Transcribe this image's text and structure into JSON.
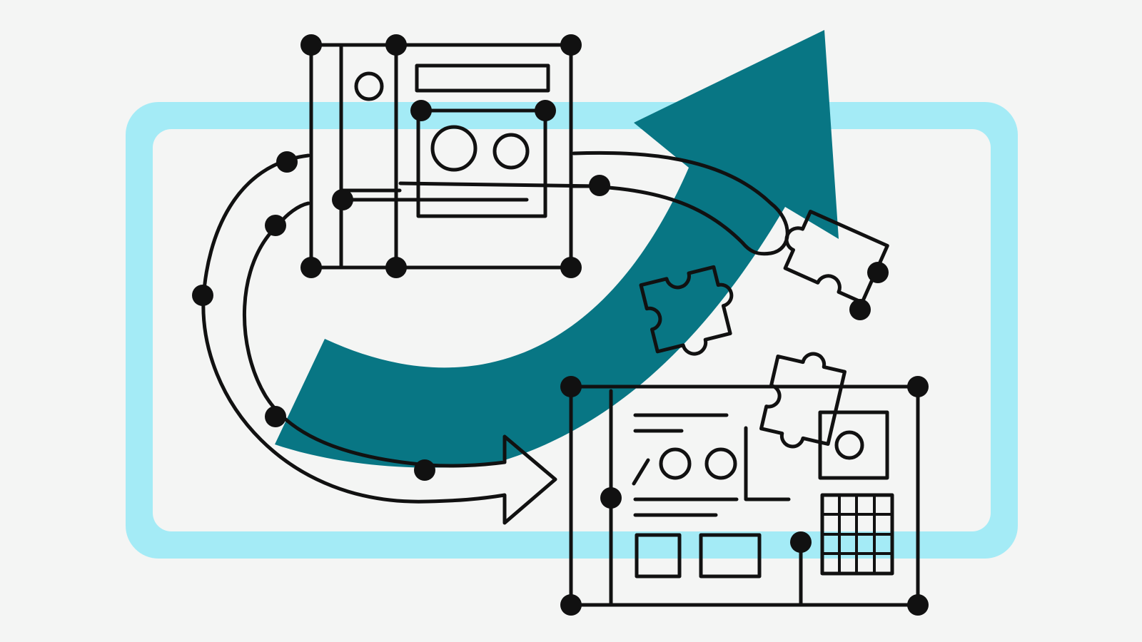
{
  "colors": {
    "background": "#f4f5f4",
    "frame": "#a4ebf6",
    "frame_inner": "#f4f5f4",
    "arrow": "#087684",
    "line": "#111111",
    "fill_white": "#f4f5f4"
  },
  "diagram": {
    "nodes": [
      {
        "name": "source-layout",
        "kind": "wireframe-panel"
      },
      {
        "name": "puzzle-pieces",
        "kind": "puzzle-group",
        "count": 3
      },
      {
        "name": "target-layout",
        "kind": "wireframe-panel"
      }
    ],
    "edges": [
      {
        "from": "source-layout",
        "to": "target-layout",
        "style": "outline-arrow"
      },
      {
        "from": "source-layout",
        "to": "puzzle-pieces",
        "style": "thin-hook"
      },
      {
        "from": "target-layout",
        "to": "puzzle-pieces",
        "style": "solid-teal-arrow"
      }
    ]
  },
  "icons": {
    "main_arrow": "curved-arrow-icon",
    "flow_arrow": "outline-arrow-icon",
    "puzzle": "puzzle-piece-icon"
  }
}
